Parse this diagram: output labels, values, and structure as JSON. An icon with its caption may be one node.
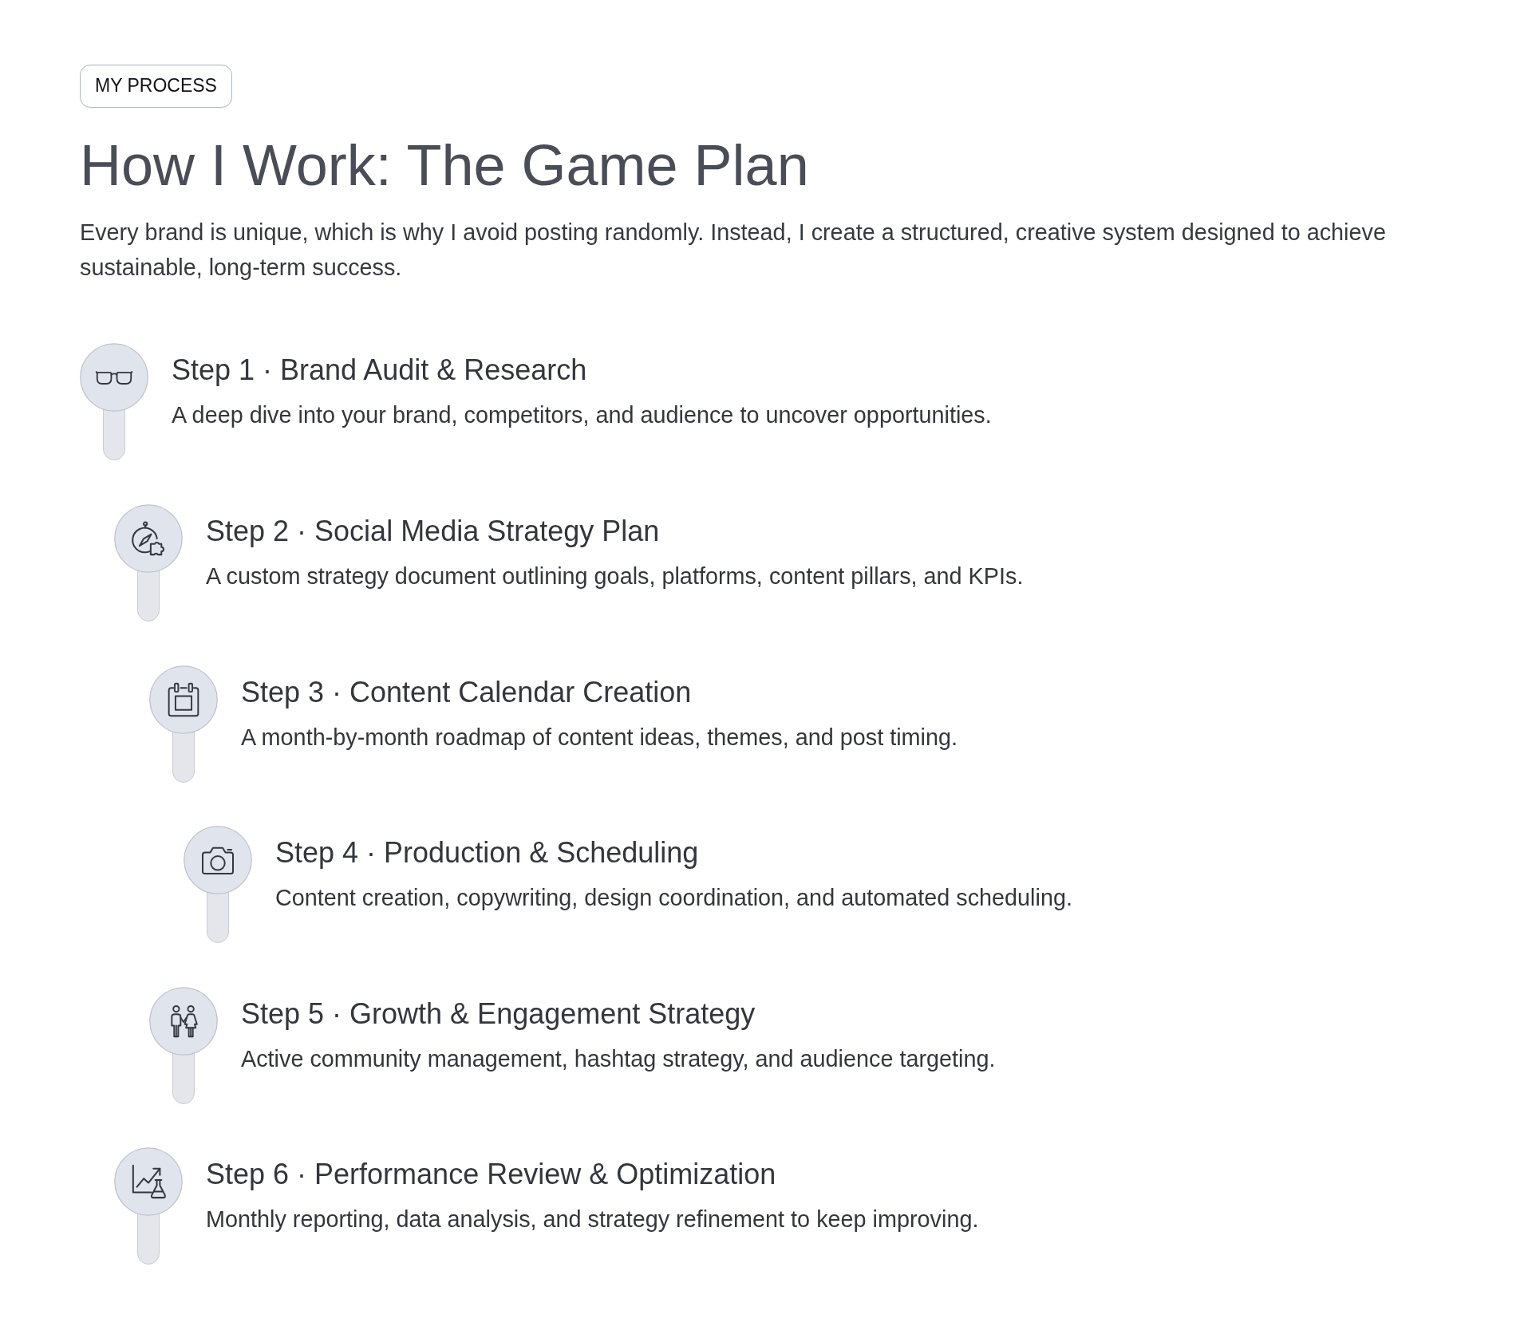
{
  "diagram": {
    "title": "How I Work: The Game Plan",
    "nodes": [
      {
        "text": [
          "MY PROCESS"
        ]
      },
      {
        "text": [],
        "shape": "circle",
        "beside": [
          "Step 1 · Brand Audit & Research",
          "A deep dive into your brand, competitors, and audience to uncover opportunities."
        ]
      },
      {
        "text": [],
        "shape": "circle",
        "beside": [
          "Step 2 · Social Media Strategy Plan",
          "A custom strategy document outlining goals, platforms, content pillars, and KPIs."
        ]
      },
      {
        "text": [],
        "shape": "circle",
        "beside": [
          "Step 3 · Content Calendar Creation",
          "A month-by-month roadmap of content ideas, themes, and post timing."
        ]
      },
      {
        "text": [],
        "shape": "circle",
        "beside": [
          "Step 4 · Production & Scheduling",
          "Content creation, copywriting, design coordination, and automated scheduling."
        ]
      },
      {
        "text": [],
        "shape": "circle",
        "beside": [
          "Step 5 · Growth & Engagement Strategy",
          "Active community management, hashtag strategy, and audience targeting."
        ]
      },
      {
        "text": [],
        "shape": "circle",
        "beside": [
          "Step 6 · Performance Review & Optimization",
          "Monthly reporting, data analysis, and strategy refinement to keep improving."
        ]
      }
    ],
    "labels": [
      "Every brand is unique, which is why I avoid posting randomly. Instead, I create a structured, creative system designed to achieve sustainable, long-term success."
    ]
  }
}
